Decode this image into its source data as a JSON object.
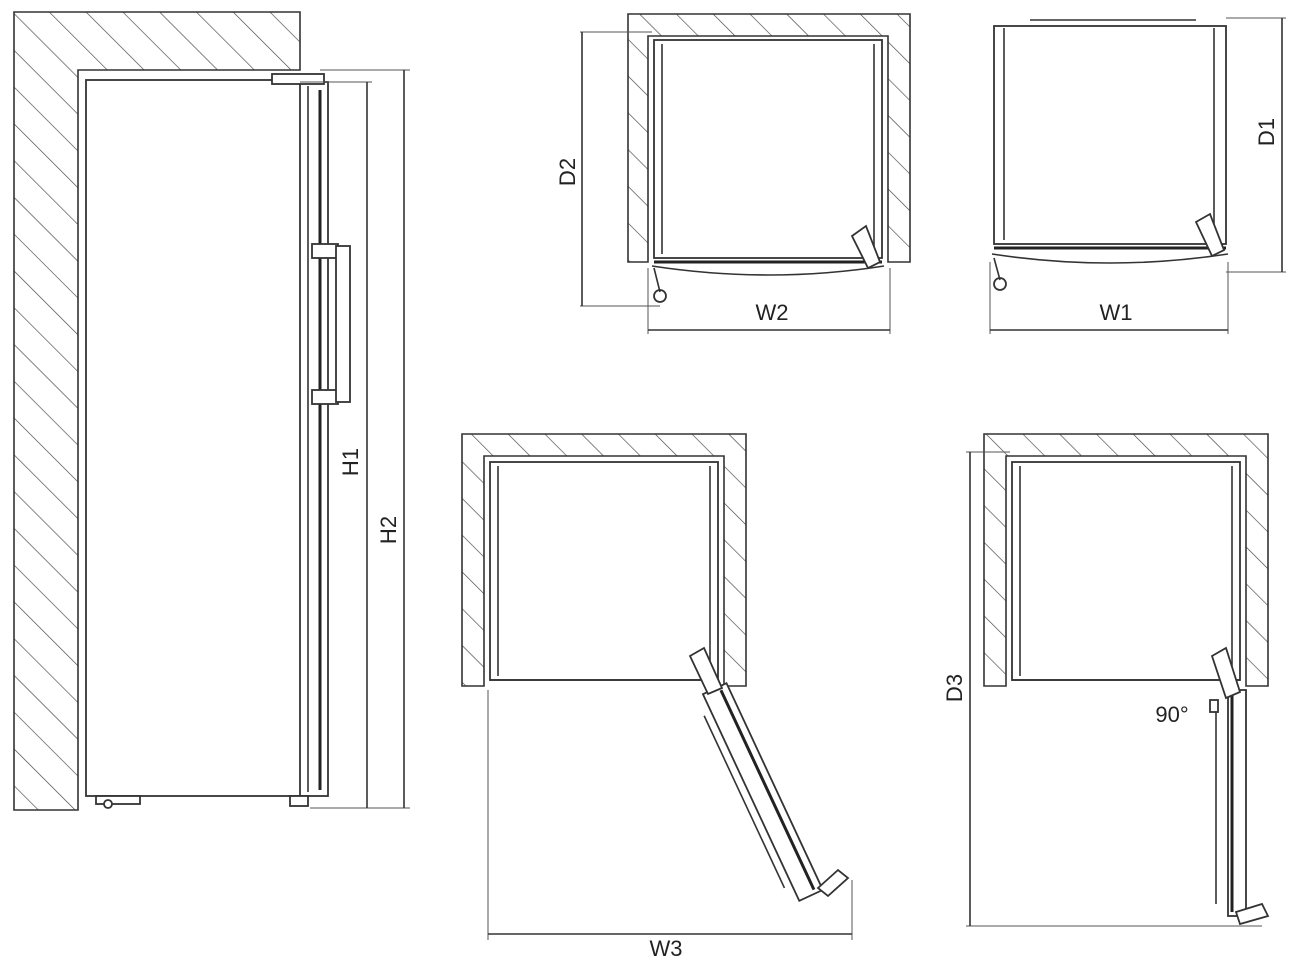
{
  "labels": {
    "h1": "H1",
    "h2": "H2",
    "d1": "D1",
    "d2": "D2",
    "d3": "D3",
    "w1": "W1",
    "w2": "W2",
    "w3": "W3",
    "angle": "90°"
  }
}
